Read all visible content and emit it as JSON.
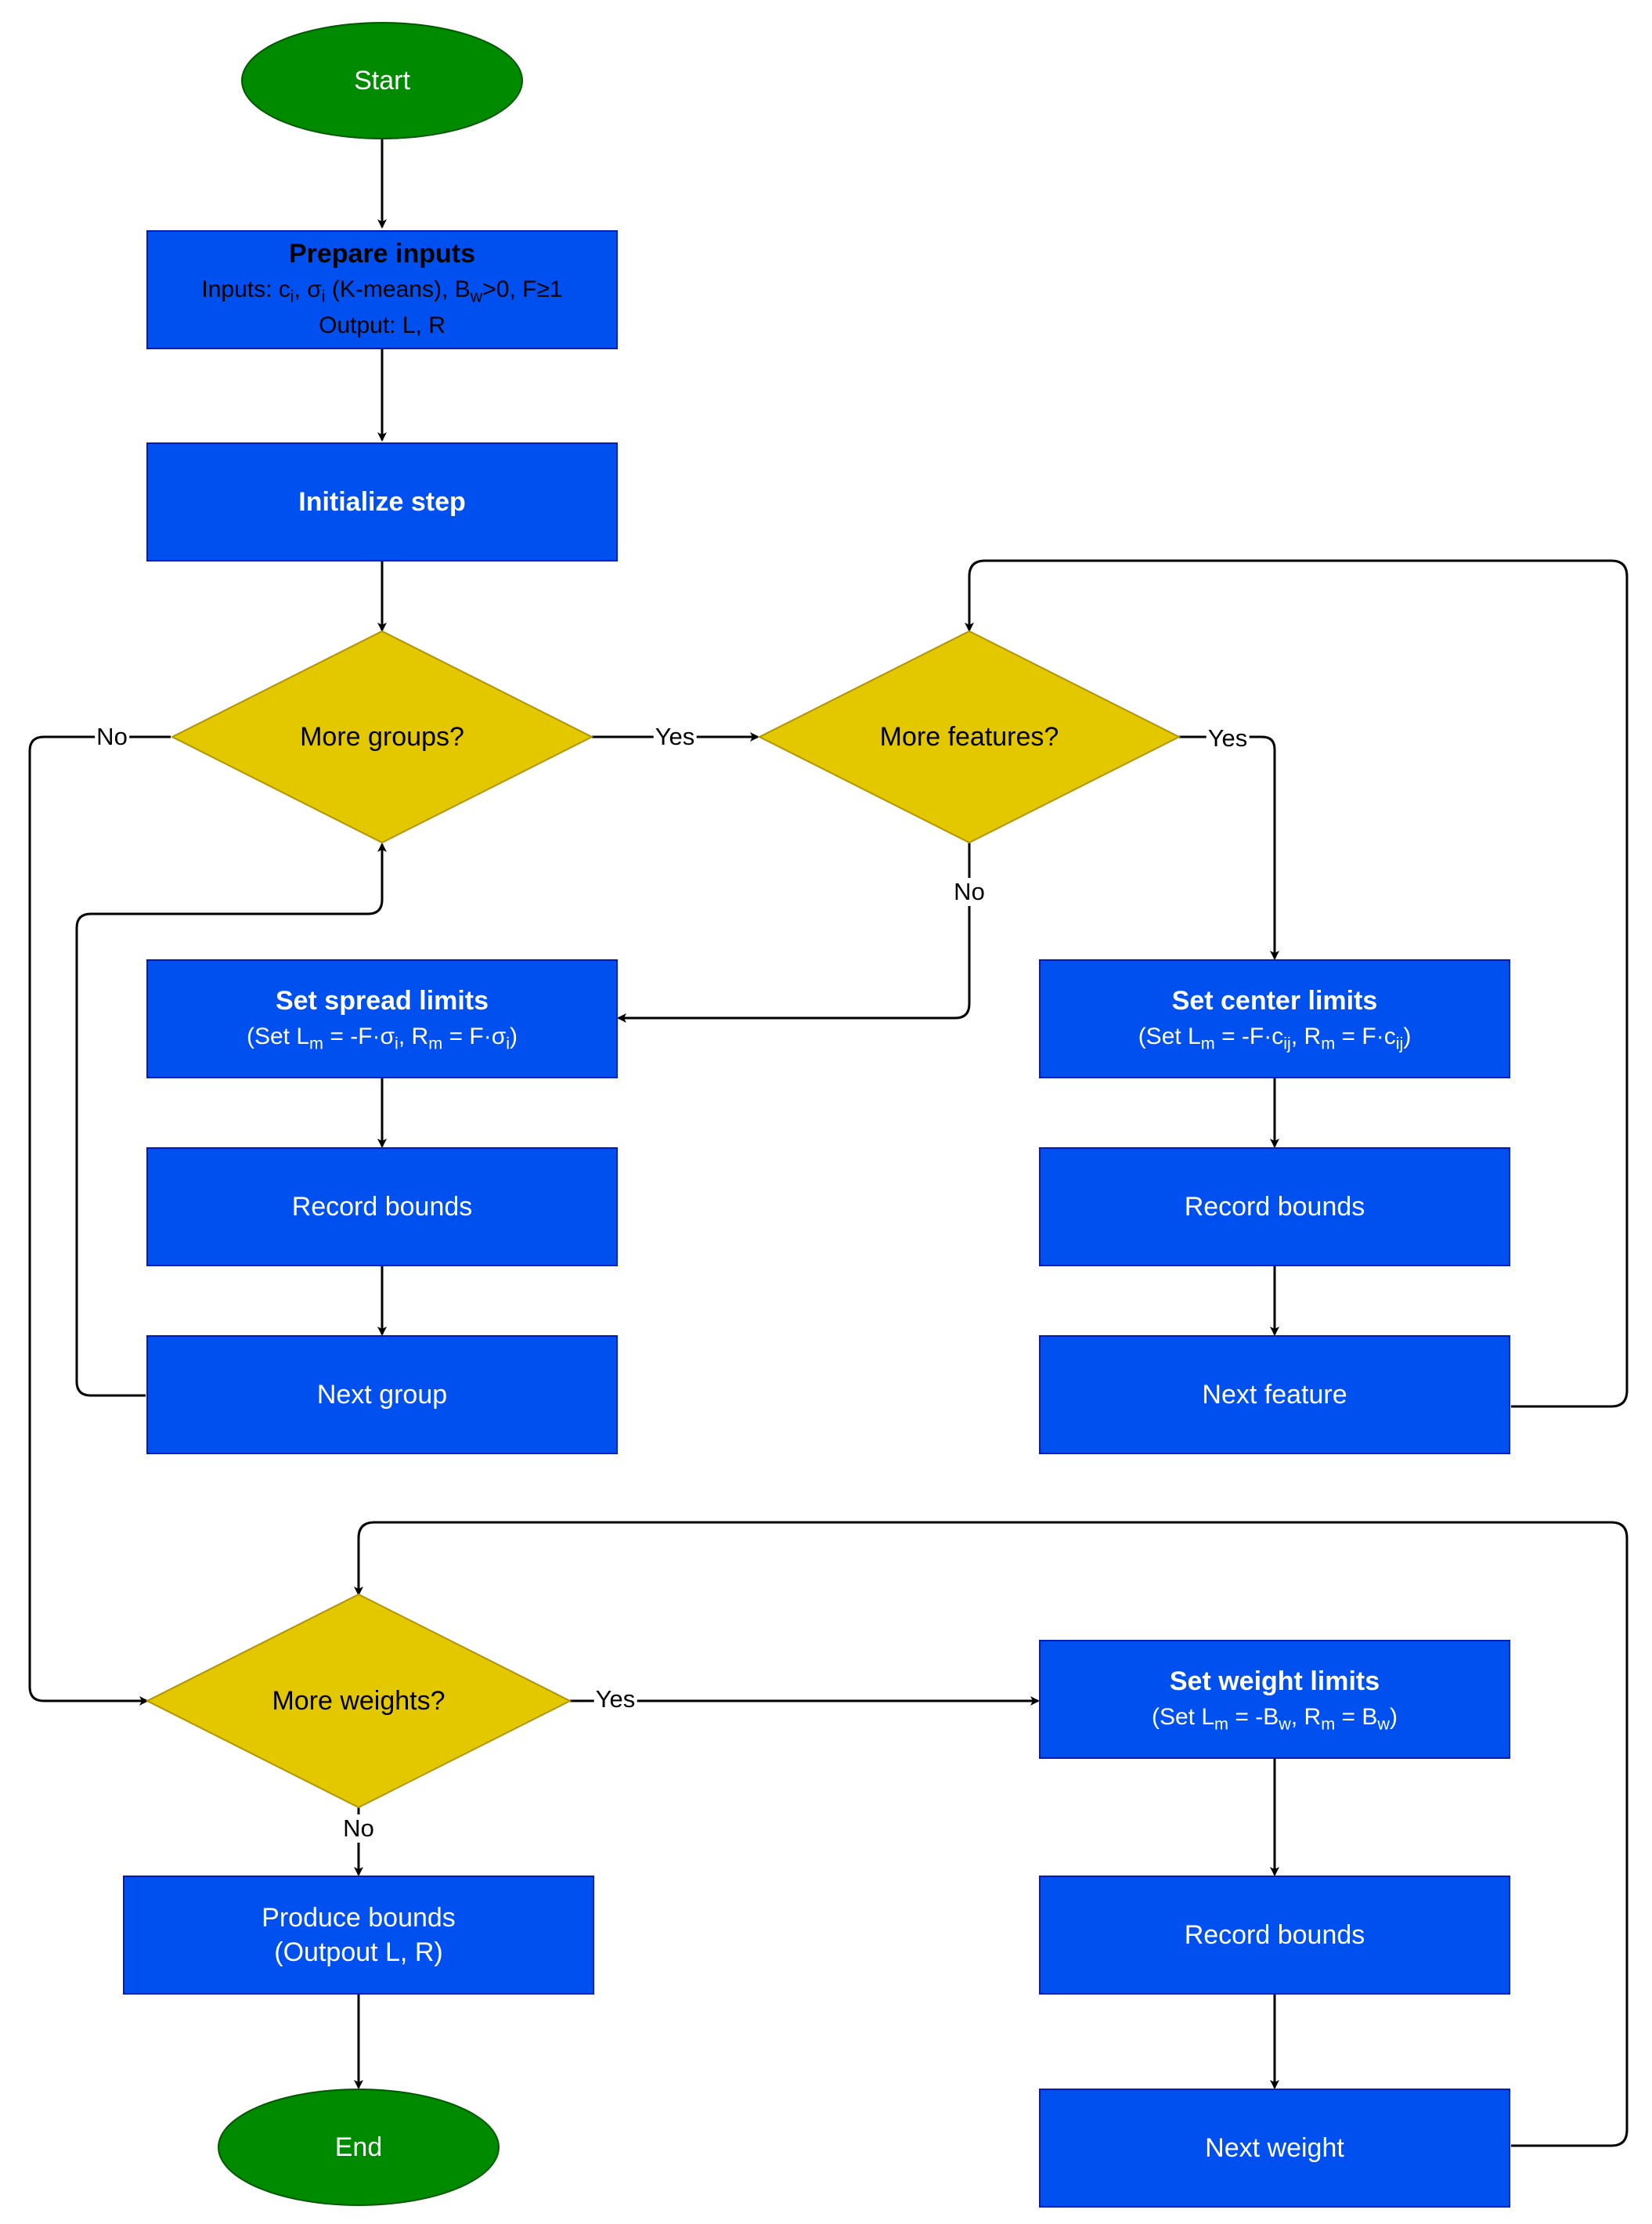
{
  "colors": {
    "process_fill": "#0050ef",
    "process_stroke": "#001dbc",
    "decision_fill": "#e3c800",
    "decision_stroke": "#b09500",
    "terminal_fill": "#008a00",
    "terminal_stroke": "#005700",
    "edge": "#000000"
  },
  "nodes": {
    "start": "Start",
    "prepare": {
      "title": "Prepare inputs",
      "inputs_prefix": "Inputs: c",
      "inputs_sub_i": "i",
      "inputs_mid": ", σ",
      "inputs_sub_i2": "i",
      "inputs_kmeans": " (K-means), B",
      "inputs_sub_w": "w",
      "inputs_rest": ">0, F≥1",
      "output": "Output: L, R"
    },
    "initialize": "Initialize step",
    "more_groups": "More groups?",
    "more_features": "More features?",
    "spread": {
      "title": "Set spread limits",
      "f1": "(Set L",
      "s1": "m",
      "f2": " = -F·σ",
      "s2": "i",
      "f3": ", R",
      "s3": "m",
      "f4": " = F·σ",
      "s4": "i",
      "f5": ")"
    },
    "center": {
      "title": "Set center limits",
      "f1": "(Set L",
      "s1": "m",
      "f2": " = -F·c",
      "s2": "ij",
      "f3": ", R",
      "s3": "m",
      "f4": " = F·c",
      "s4": "ij",
      "f5": ")"
    },
    "record_left": "Record bounds",
    "record_right": "Record bounds",
    "next_group": "Next group",
    "next_feature": "Next feature",
    "more_weights": "More weights?",
    "weight": {
      "title": "Set weight limits",
      "f1": "(Set L",
      "s1": "m",
      "f2": " = -B",
      "s2": "w",
      "f3": ", R",
      "s3": "m",
      "f4": " = B",
      "s4": "w",
      "f5": ")"
    },
    "record_weight": "Record bounds",
    "next_weight": "Next weight",
    "produce_line1": "Produce bounds",
    "produce_line2": "(Outpout L, R)",
    "end": "End"
  },
  "edge_labels": {
    "groups_no": "No",
    "groups_yes": "Yes",
    "features_yes": "Yes",
    "features_no": "No",
    "weights_yes": "Yes",
    "weights_no": "No"
  }
}
